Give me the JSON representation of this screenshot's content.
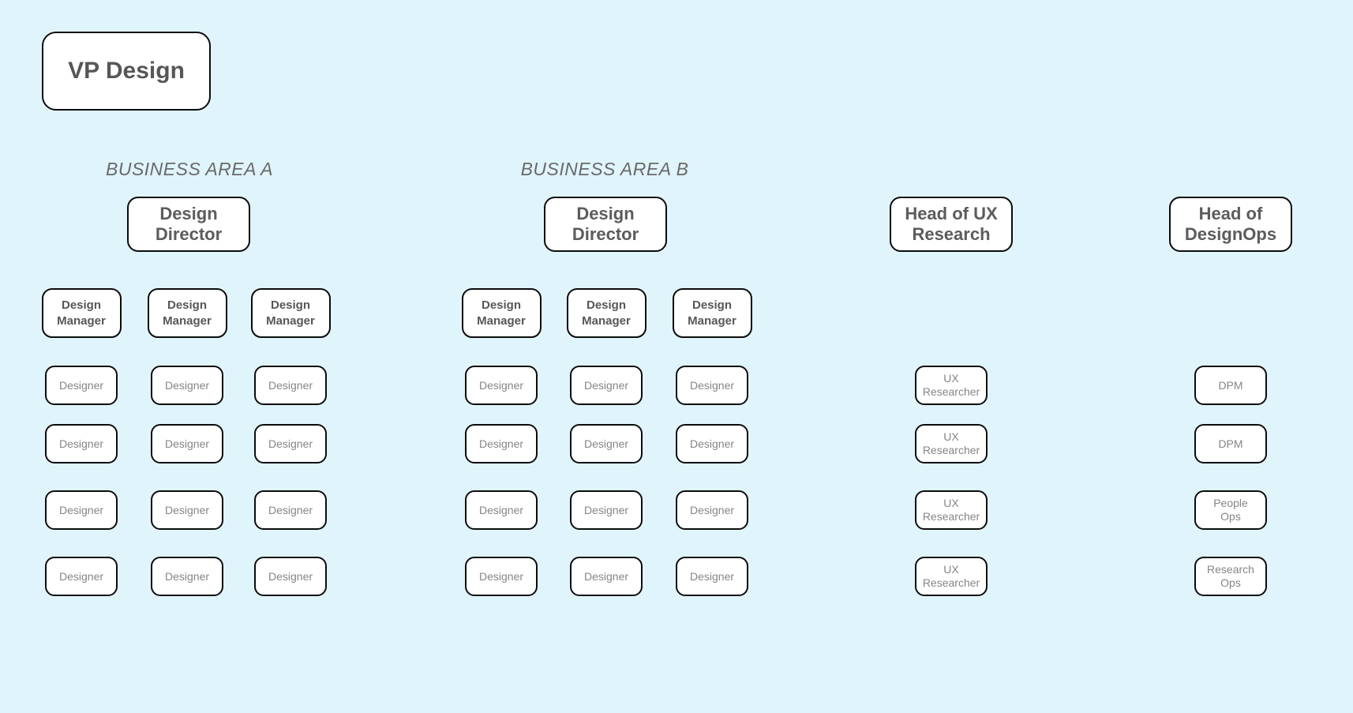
{
  "title_box": {
    "label": "VP Design"
  },
  "colors": {
    "canvas_background": "#e0f4fc",
    "node_background": "#ffffff",
    "node_border": "#0c0c0c",
    "title_text": "#575757",
    "member_text": "#858585",
    "heading_text": "#696969"
  },
  "groups": [
    {
      "id": "area-a",
      "heading": "BUSINESS AREA A",
      "head": {
        "label": "Design\nDirector"
      },
      "columns": [
        {
          "manager": "Design\nManager",
          "reports": [
            "Designer",
            "Designer",
            "Designer",
            "Designer"
          ]
        },
        {
          "manager": "Design\nManager",
          "reports": [
            "Designer",
            "Designer",
            "Designer",
            "Designer"
          ]
        },
        {
          "manager": "Design\nManager",
          "reports": [
            "Designer",
            "Designer",
            "Designer",
            "Designer"
          ]
        }
      ]
    },
    {
      "id": "area-b",
      "heading": "BUSINESS AREA B",
      "head": {
        "label": "Design\nDirector"
      },
      "columns": [
        {
          "manager": "Design\nManager",
          "reports": [
            "Designer",
            "Designer",
            "Designer",
            "Designer"
          ]
        },
        {
          "manager": "Design\nManager",
          "reports": [
            "Designer",
            "Designer",
            "Designer",
            "Designer"
          ]
        },
        {
          "manager": "Design\nManager",
          "reports": [
            "Designer",
            "Designer",
            "Designer",
            "Designer"
          ]
        }
      ]
    },
    {
      "id": "ux-research",
      "heading": null,
      "head": {
        "label": "Head of UX\nResearch"
      },
      "columns": [
        {
          "manager": null,
          "reports": [
            "UX\nResearcher",
            "UX\nResearcher",
            "UX\nResearcher",
            "UX\nResearcher"
          ]
        }
      ]
    },
    {
      "id": "design-ops",
      "heading": null,
      "head": {
        "label": "Head of\nDesignOps"
      },
      "columns": [
        {
          "manager": null,
          "reports": [
            "DPM",
            "DPM",
            "People\nOps",
            "Research\nOps"
          ]
        }
      ]
    }
  ]
}
